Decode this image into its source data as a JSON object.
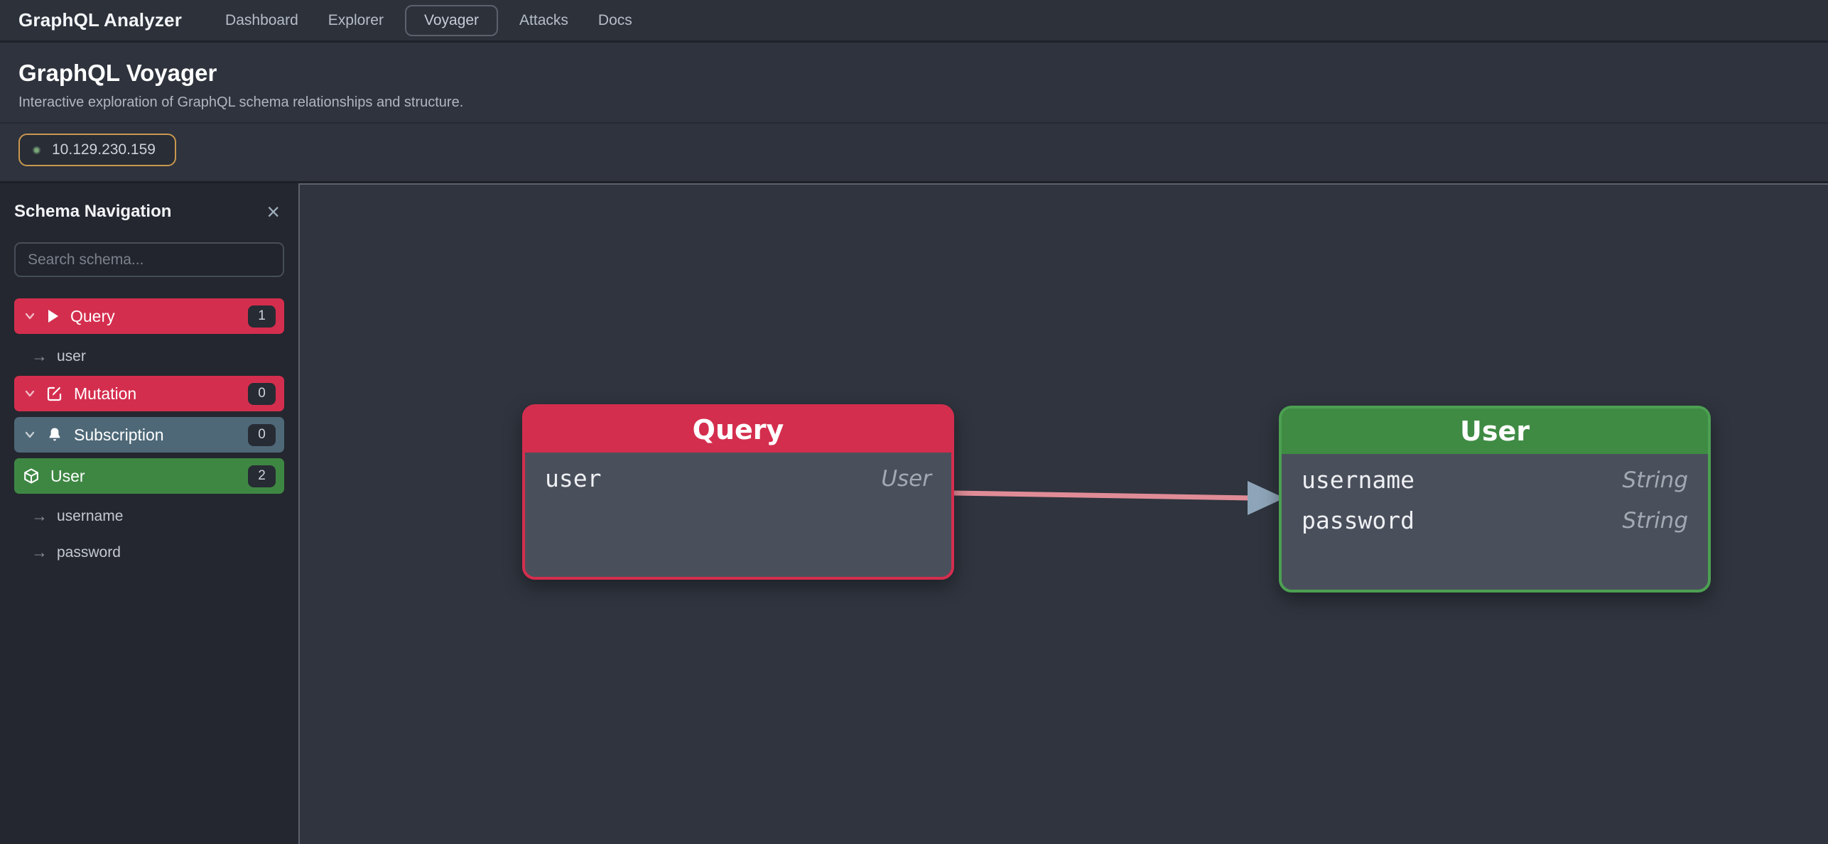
{
  "navbar": {
    "brand": "GraphQL Analyzer",
    "items": [
      {
        "label": "Dashboard",
        "active": false
      },
      {
        "label": "Explorer",
        "active": false
      },
      {
        "label": "Voyager",
        "active": true
      },
      {
        "label": "Attacks",
        "active": false
      },
      {
        "label": "Docs",
        "active": false
      }
    ]
  },
  "header": {
    "title": "GraphQL Voyager",
    "subtitle": "Interactive exploration of GraphQL schema relationships and structure.",
    "target": {
      "ip": "10.129.230.159",
      "status_dot": "online"
    }
  },
  "sidebar": {
    "title": "Schema Navigation",
    "close_label": "×",
    "search_placeholder": "Search schema...",
    "tree": [
      {
        "label": "Query",
        "count": "1",
        "variant": "query",
        "icon": "play-icon"
      },
      {
        "label": "user",
        "arrow": "→",
        "variant": "field"
      },
      {
        "label": "Mutation",
        "count": "0",
        "variant": "mutation",
        "icon": "edit-icon"
      },
      {
        "label": "Subscription",
        "count": "0",
        "variant": "subscription",
        "icon": "bell-icon"
      },
      {
        "label": "User",
        "count": "2",
        "variant": "type",
        "icon": "cube-icon"
      },
      {
        "label": "username",
        "arrow": "→",
        "variant": "field"
      },
      {
        "label": "password",
        "arrow": "→",
        "variant": "field"
      }
    ]
  },
  "graph": {
    "nodes": [
      {
        "name": "Query",
        "accent": "#d42e4e",
        "fields": [
          {
            "name": "user",
            "type": "User"
          }
        ]
      },
      {
        "name": "User",
        "accent": "#3f8b44",
        "fields": [
          {
            "name": "username",
            "type": "String"
          },
          {
            "name": "password",
            "type": "String"
          }
        ]
      }
    ],
    "edge": {
      "source": "Query",
      "target": "User"
    }
  },
  "colors": {
    "accent_red": "#d42e4e",
    "accent_green": "#3f8b44",
    "accent_green_border": "#4ca052",
    "accent_slate": "#4e6877",
    "chip_border": "#c9984f",
    "status_dot": "#79a578",
    "edge_line": "#e08c97",
    "edge_arrowhead": "#8ea5b9",
    "node_body": "#4a505b",
    "canvas_bg": "#2f343e",
    "sidebar_bg": "#24272f"
  }
}
